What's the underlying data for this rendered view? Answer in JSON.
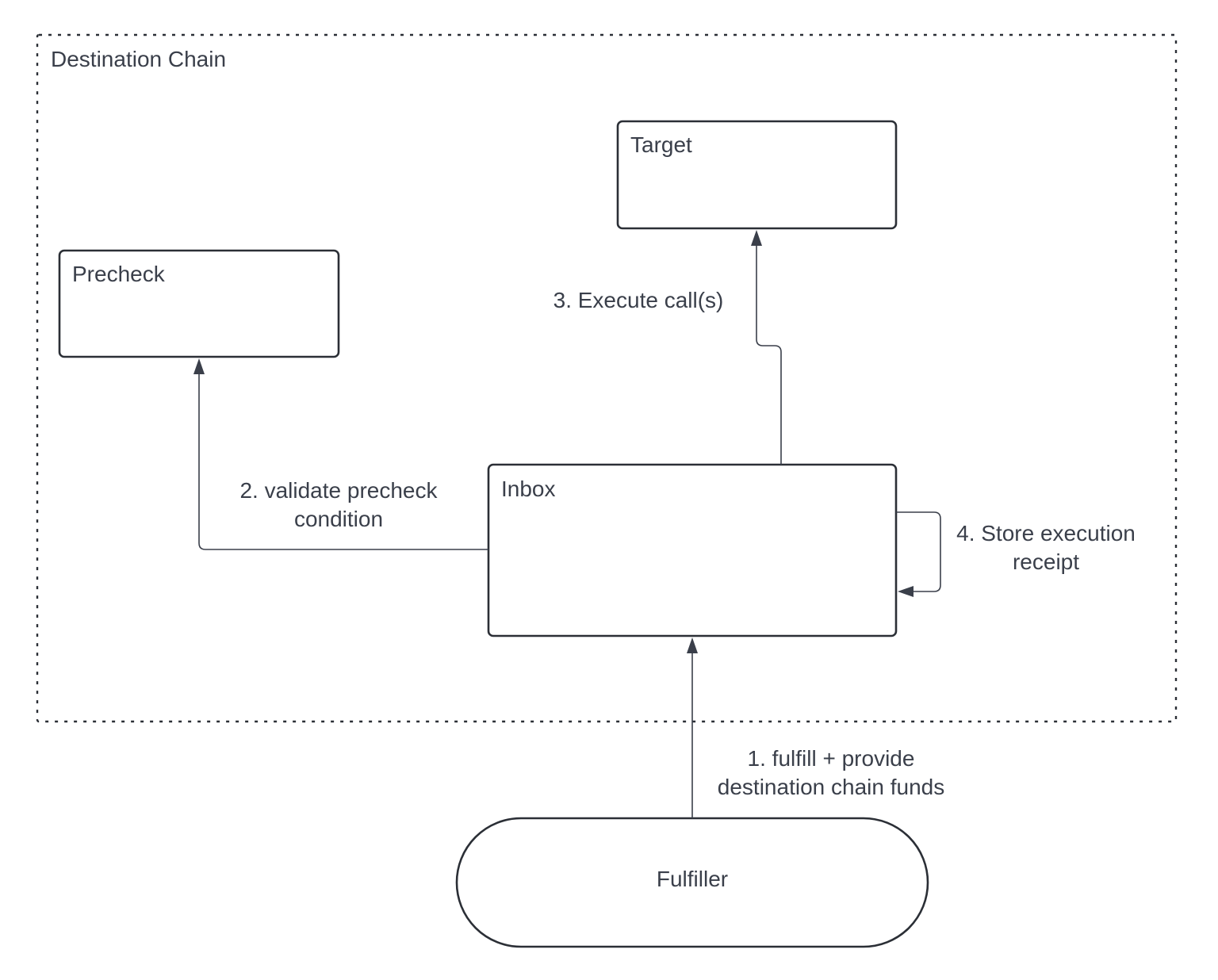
{
  "diagram": {
    "container_label": "Destination Chain",
    "nodes": {
      "target": "Target",
      "precheck": "Precheck",
      "inbox": "Inbox",
      "fulfiller": "Fulfiller"
    },
    "edges": {
      "step1_line1": "1. fulfill + provide",
      "step1_line2": "destination chain funds",
      "step2_line1": "2. validate precheck",
      "step2_line2": "condition",
      "step3": "3. Execute call(s)",
      "step4_line1": "4. Store execution",
      "step4_line2": "receipt"
    }
  }
}
